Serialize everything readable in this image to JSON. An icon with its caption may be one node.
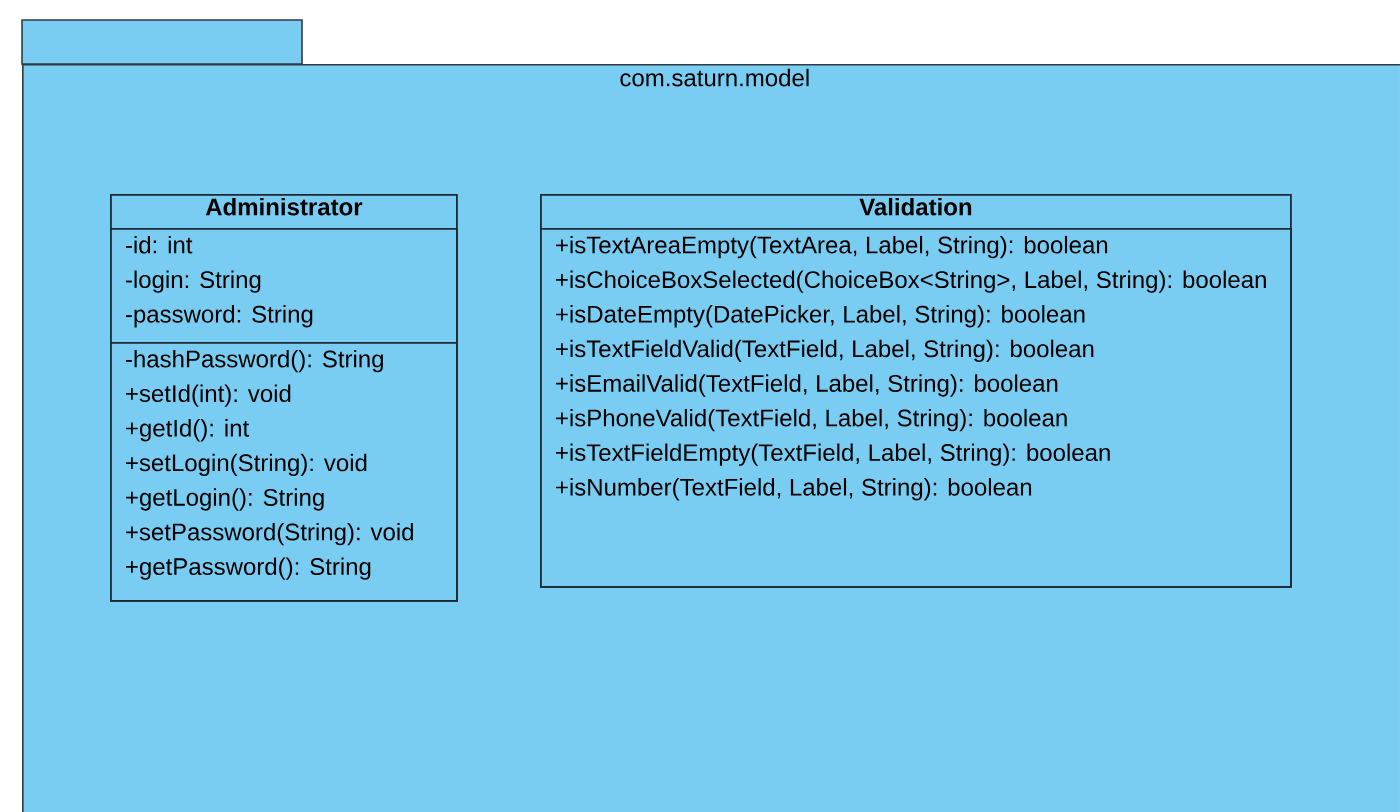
{
  "diagram": {
    "nodes": [
      {
        "text": [
          "com.saturn.model"
        ]
      },
      {
        "text": [
          "Administrator"
        ],
        "in": 0
      },
      {
        "text": [
          "-id: int",
          "-login: String",
          "-password: String"
        ],
        "in": 1
      },
      {
        "text": [
          "-hashPassword(): String",
          "+setId(int): void",
          "+getId(): int",
          "+setLogin(String): void",
          "+getLogin(): String",
          "+setPassword(String): void",
          "+getPassword(): String"
        ],
        "in": 1
      },
      {
        "text": [
          "Validation"
        ],
        "in": 0
      },
      {
        "text": [
          "+isTextAreaEmpty(TextArea, Label, String): boolean",
          "+isChoiceBoxSelected(ChoiceBox<String>, Label, String): boolean",
          "+isDateEmpty(DatePicker, Label, String): boolean",
          "+isTextFieldValid(TextField, Label, String): boolean",
          "+isEmailValid(TextField, Label, String): boolean",
          "+isPhoneValid(TextField, Label, String): boolean",
          "+isTextFieldEmpty(TextField, Label, String): boolean",
          "+isNumber(TextField, Label, String): boolean"
        ],
        "in": 4
      }
    ]
  }
}
